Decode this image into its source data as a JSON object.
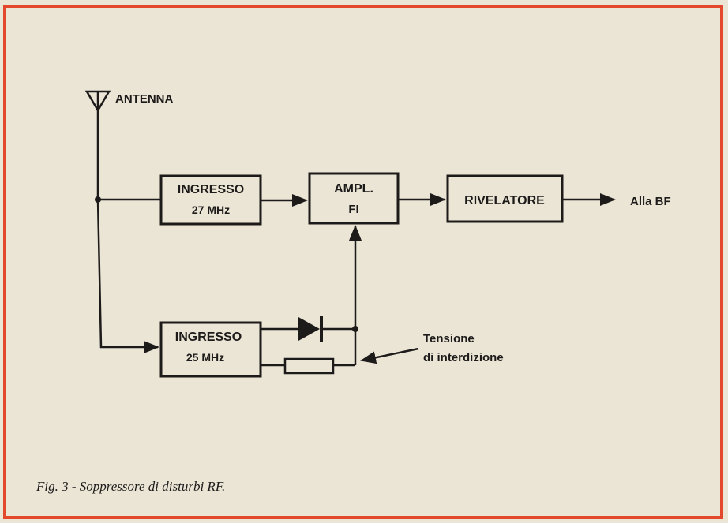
{
  "diagram": {
    "antenna_label": "ANTENNA",
    "blocks": {
      "ingresso27": {
        "line1": "INGRESSO",
        "line2": "27 MHz"
      },
      "ampl": {
        "line1": "AMPL.",
        "line2": "FI"
      },
      "rivelatore": {
        "line1": "RIVELATORE"
      },
      "ingresso25": {
        "line1": "INGRESSO",
        "line2": "25 MHz"
      }
    },
    "output_label": "Alla BF",
    "tension_label": {
      "line1": "Tensione",
      "line2": "di interdizione"
    }
  },
  "caption": "Fig. 3 - Soppressore di disturbi RF.",
  "colors": {
    "frame": "#e4482c",
    "ink": "#1d1b1a",
    "paper": "#ebe5d6"
  }
}
